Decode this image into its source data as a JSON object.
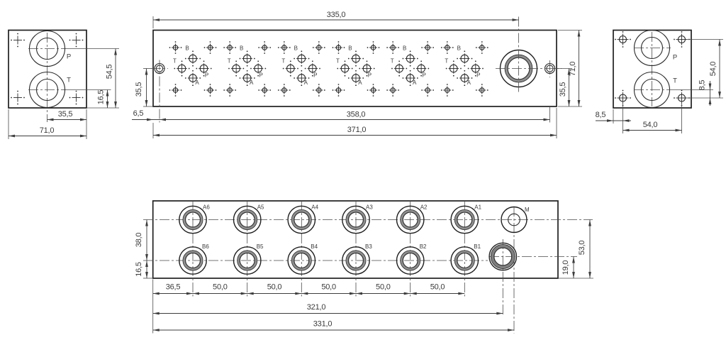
{
  "drawing": {
    "type": "hydraulic-manifold-technical-drawing",
    "colors": {
      "line": "#1f1f1f",
      "dim": "#3d3d3d",
      "ring_gray": "#8e8e8e",
      "background": "#ffffff"
    },
    "left_view": {
      "port_top": "P",
      "port_bottom": "T",
      "dim_p_to_bottom": "54,5",
      "dim_t_to_bottom": "16,5",
      "dim_center_to_edge": "35,5",
      "dim_width": "71,0"
    },
    "top_view": {
      "station_count": 6,
      "station_labels": {
        "top": "B",
        "left": "T",
        "right": "P",
        "bottom": "A"
      },
      "dim_to_main_port": "335,0",
      "dim_pin_offset": "6,5",
      "dim_left_pin": "35,5",
      "dim_pin_to_pin": "358,0",
      "dim_length": "371,0",
      "dim_right_pin": "35,5",
      "dim_height": "71,0"
    },
    "right_view": {
      "port_top": "P",
      "port_bottom": "T",
      "dim_hole_rows": "54,0",
      "dim_t_to_hole": "8,5",
      "dim_edge_to_hole": "8,5",
      "dim_hole_cols": "54,0"
    },
    "bottom_view": {
      "a_ports": [
        "A6",
        "A5",
        "A4",
        "A3",
        "A2",
        "A1"
      ],
      "b_ports": [
        "B6",
        "B5",
        "B4",
        "B3",
        "B2",
        "B1"
      ],
      "gauge_port": "M",
      "dim_row_gap": "38,0",
      "dim_b_row": "16,5",
      "dim_first": "36,5",
      "dim_pitches": [
        "50,0",
        "50,0",
        "50,0",
        "50,0",
        "50,0"
      ],
      "dim_to_outlet": "321,0",
      "dim_to_gauge": "331,0",
      "dim_outlet": "19,0",
      "dim_gauge": "53,0"
    }
  }
}
